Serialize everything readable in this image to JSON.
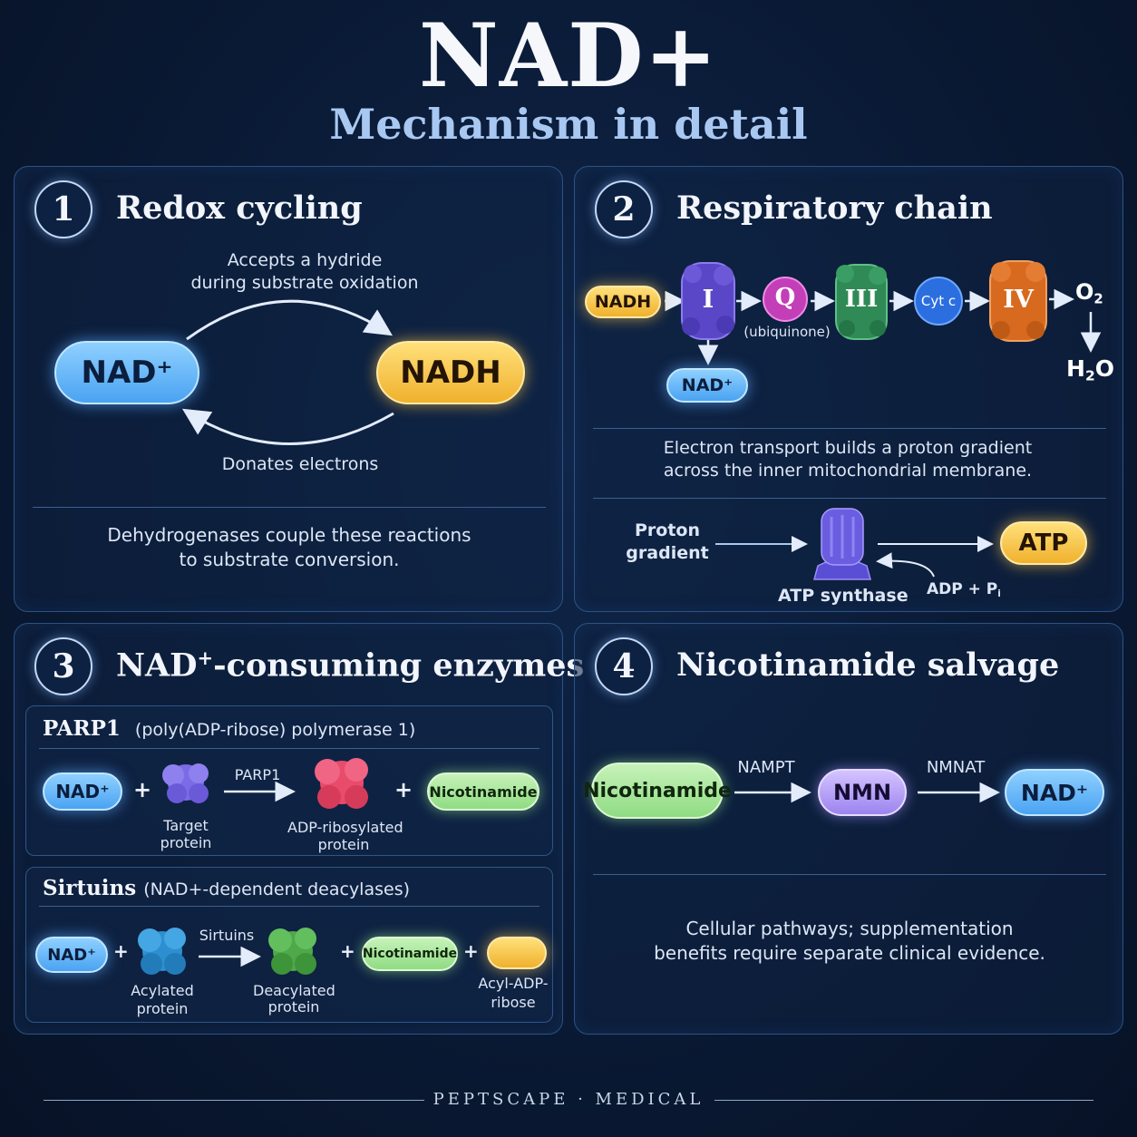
{
  "header": {
    "title": "NAD+",
    "subtitle": "Mechanism in detail"
  },
  "panel1": {
    "number": "1",
    "title": "Redox cycling",
    "oxidized": "NAD⁺",
    "reduced": "NADH",
    "top_label_1": "Accepts a hydride",
    "top_label_2": "during substrate oxidation",
    "bottom_label": "Donates electrons",
    "note_1": "Dehydrogenases couple these reactions",
    "note_2": "to substrate conversion."
  },
  "panel2": {
    "number": "2",
    "title": "Respiratory chain",
    "nadh": "NADH",
    "complex1": "I",
    "q": "Q",
    "q_label": "(ubiquinone)",
    "complex3": "III",
    "cytc": "Cyt c",
    "complex4": "IV",
    "o2": "O",
    "o2_sub": "2",
    "h2o_h": "H",
    "h2o_sub": "2",
    "h2o_o": "O",
    "nad_out": "NAD⁺",
    "note_1": "Electron transport builds a proton gradient",
    "note_2": "across the inner mitochondrial membrane.",
    "proton_1": "Proton",
    "proton_2": "gradient",
    "synthase": "ATP synthase",
    "adp": "ADP + P",
    "adp_sub": "i",
    "atp": "ATP"
  },
  "panel3": {
    "number": "3",
    "title_a": "NAD",
    "title_sup": "+",
    "title_b": "-consuming enzymes",
    "parp": {
      "name": "PARP1",
      "desc": "(poly(ADP-ribose) polymerase 1)",
      "nad": "NAD⁺",
      "target_1": "Target",
      "target_2": "protein",
      "enzyme": "PARP1",
      "product_1": "ADP-ribosylated",
      "product_2": "protein",
      "nicotinamide": "Nicotinamide"
    },
    "sirt": {
      "name": "Sirtuins",
      "desc": "(NAD+-dependent deacylases)",
      "nad": "NAD⁺",
      "acyl_1": "Acylated",
      "acyl_2": "protein",
      "enzyme": "Sirtuins",
      "deacyl_1": "Deacylated",
      "deacyl_2": "protein",
      "nicotinamide": "Nicotinamide",
      "adp_1": "Acyl-ADP-",
      "adp_2": "ribose"
    },
    "plus": "+"
  },
  "panel4": {
    "number": "4",
    "title": "Nicotinamide salvage",
    "nicotinamide": "Nicotinamide",
    "enzyme1": "NAMPT",
    "nmn": "NMN",
    "enzyme2": "NMNAT",
    "nad": "NAD⁺",
    "note_1": "Cellular pathways; supplementation",
    "note_2": "benefits require separate clinical evidence."
  },
  "footer": {
    "text": "PEPTSCAPE · MEDICAL"
  },
  "colors": {
    "background": "#0a1a35",
    "panel_border": "#2b5385",
    "nad_blue": "#4aa3f2",
    "nadh_gold": "#f0b12d",
    "nicotinamide_green": "#8fdc83",
    "nmn_violet": "#9c84ef",
    "complex_i": "#5a47c8",
    "q_magenta": "#c23fb8",
    "complex_iii": "#2f8a55",
    "cytc_blue": "#2a6ee0",
    "complex_iv": "#d76a1f"
  }
}
